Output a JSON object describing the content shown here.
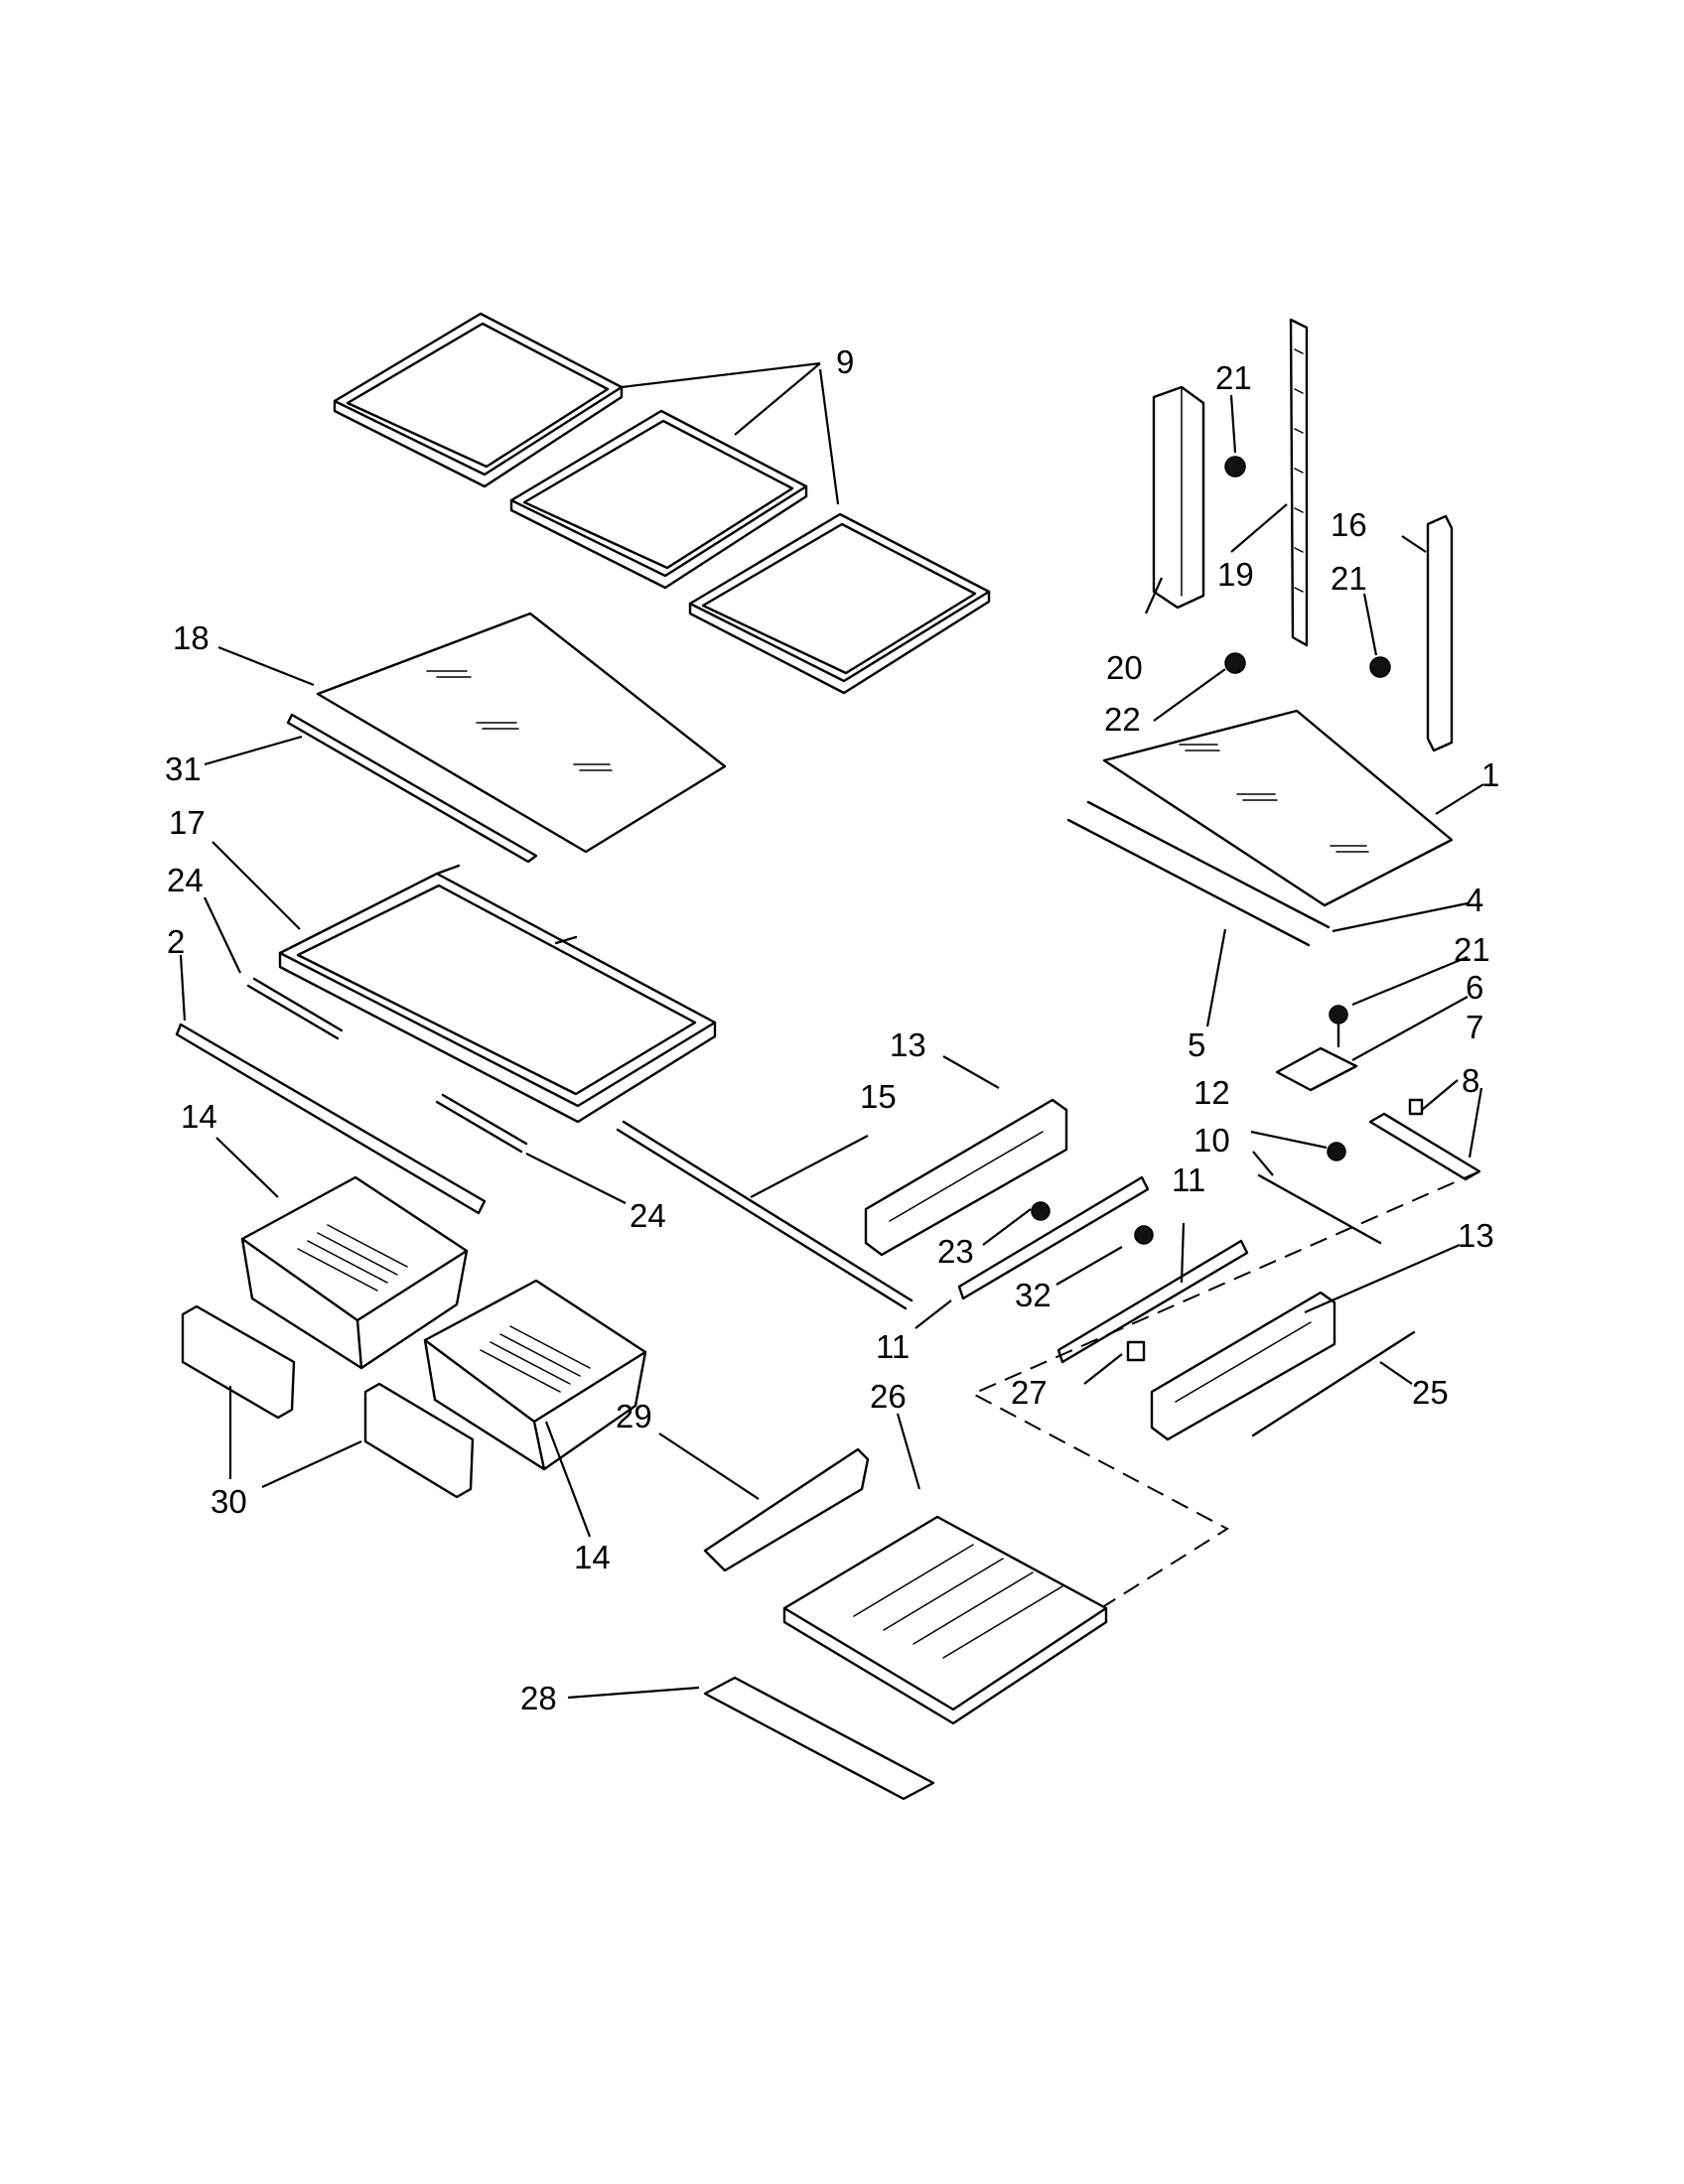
{
  "diagram": {
    "callouts": [
      {
        "id": "c9",
        "text": "9"
      },
      {
        "id": "c21a",
        "text": "21"
      },
      {
        "id": "c16",
        "text": "16"
      },
      {
        "id": "c21b",
        "text": "21"
      },
      {
        "id": "c19",
        "text": "19"
      },
      {
        "id": "c20",
        "text": "20"
      },
      {
        "id": "c22",
        "text": "22"
      },
      {
        "id": "c18",
        "text": "18"
      },
      {
        "id": "c31",
        "text": "31"
      },
      {
        "id": "c1",
        "text": "1"
      },
      {
        "id": "c17",
        "text": "17"
      },
      {
        "id": "c24a",
        "text": "24"
      },
      {
        "id": "c2",
        "text": "2"
      },
      {
        "id": "c4",
        "text": "4"
      },
      {
        "id": "c21c",
        "text": "21"
      },
      {
        "id": "c6",
        "text": "6"
      },
      {
        "id": "c7",
        "text": "7"
      },
      {
        "id": "c5",
        "text": "5"
      },
      {
        "id": "c13a",
        "text": "13"
      },
      {
        "id": "c15",
        "text": "15"
      },
      {
        "id": "c12",
        "text": "12"
      },
      {
        "id": "c8",
        "text": "8"
      },
      {
        "id": "c10",
        "text": "10"
      },
      {
        "id": "c11a",
        "text": "11"
      },
      {
        "id": "c14a",
        "text": "14"
      },
      {
        "id": "c24b",
        "text": "24"
      },
      {
        "id": "c13b",
        "text": "13"
      },
      {
        "id": "c23",
        "text": "23"
      },
      {
        "id": "c32",
        "text": "32"
      },
      {
        "id": "c11b",
        "text": "11"
      },
      {
        "id": "c29",
        "text": "29"
      },
      {
        "id": "c26",
        "text": "26"
      },
      {
        "id": "c27",
        "text": "27"
      },
      {
        "id": "c25",
        "text": "25"
      },
      {
        "id": "c30",
        "text": "30"
      },
      {
        "id": "c14b",
        "text": "14"
      },
      {
        "id": "c28",
        "text": "28"
      }
    ]
  }
}
